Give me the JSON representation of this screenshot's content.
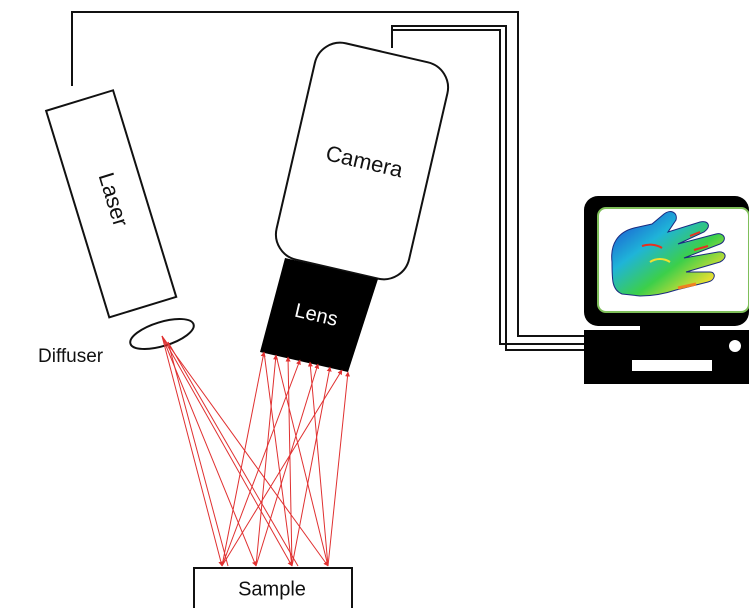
{
  "labels": {
    "laser": "Laser",
    "camera": "Camera",
    "lens": "Lens",
    "diffuser": "Diffuser",
    "sample": "Sample"
  },
  "colors": {
    "laser_beam": "#e03030",
    "outline": "#111111",
    "lens_body": "#000000",
    "monitor_screen_border": "#7fbf5a"
  },
  "icons": {
    "computer": "desktop-computer-icon",
    "display_image": "hand-perfusion-map"
  }
}
